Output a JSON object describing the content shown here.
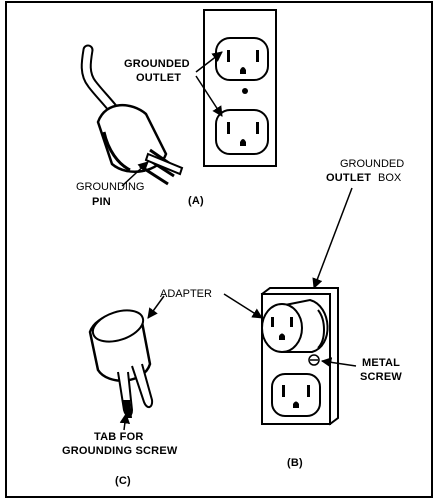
{
  "panels": {
    "a": {
      "caption": "(A)"
    },
    "b": {
      "caption": "(B)"
    },
    "c": {
      "caption": "(C)"
    }
  },
  "labels": {
    "grounded_outlet_line1": "GROUNDED",
    "grounded_outlet_line2": "OUTLET",
    "grounding_pin_line1": "GROUNDING",
    "grounding_pin_line2": "PIN",
    "outlet_box_line1": "GROUNDED",
    "outlet_box_line2a": "OUTLET",
    "outlet_box_line2b": "BOX",
    "adapter": "ADAPTER",
    "metal_screw_line1": "METAL",
    "metal_screw_line2": "SCREW",
    "tab_line1": "TAB FOR",
    "tab_line2": "GROUNDING SCREW"
  }
}
